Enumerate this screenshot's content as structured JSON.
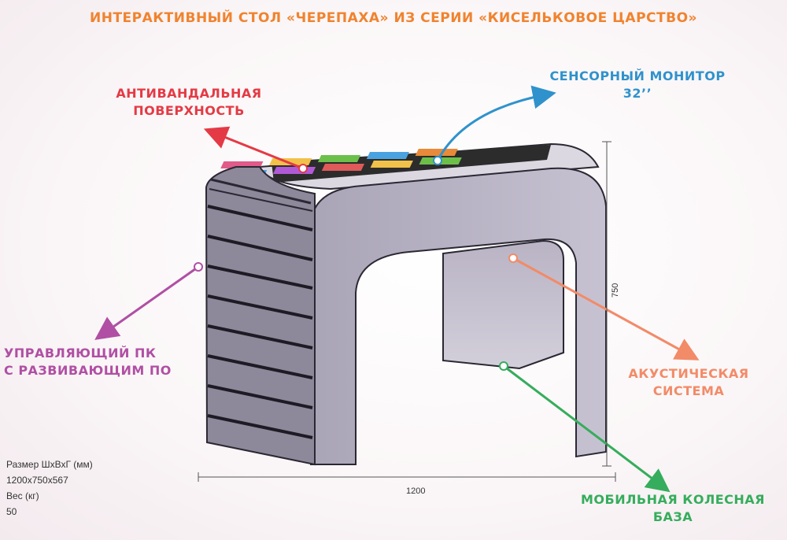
{
  "title": "ИНТЕРАКТИВНЫЙ СТОЛ «ЧЕРЕПАХА» ИЗ СЕРИИ «КИСЕЛЬКОВОЕ ЦАРСТВО»",
  "callouts": {
    "surface": {
      "line1": "АНТИВАНДАЛЬНАЯ",
      "line2": "ПОВЕРХНОСТЬ",
      "color": "#e43a45"
    },
    "monitor": {
      "line1": "СЕНСОРНЫЙ МОНИТОР",
      "line2": "32’’",
      "color": "#2f92cc"
    },
    "pc": {
      "line1": "УПРАВЛЯЮЩИЙ ПК",
      "line2": "С РАЗВИВАЮЩИМ ПО",
      "color": "#b04fa4"
    },
    "acoustic": {
      "line1": "АКУСТИЧЕСКАЯ",
      "line2": "СИСТЕМА",
      "color": "#f28b68"
    },
    "mobile": {
      "line1": "МОБИЛЬНАЯ КОЛЕСНАЯ",
      "line2": "БАЗА",
      "color": "#35ad5c"
    }
  },
  "specs": {
    "size_label": "Размер ШхВхГ (мм)",
    "size_value": "1200x750x567",
    "weight_label": "Вес (кг)",
    "weight_value": "50"
  },
  "dimensions": {
    "width": "1200",
    "height": "750"
  }
}
